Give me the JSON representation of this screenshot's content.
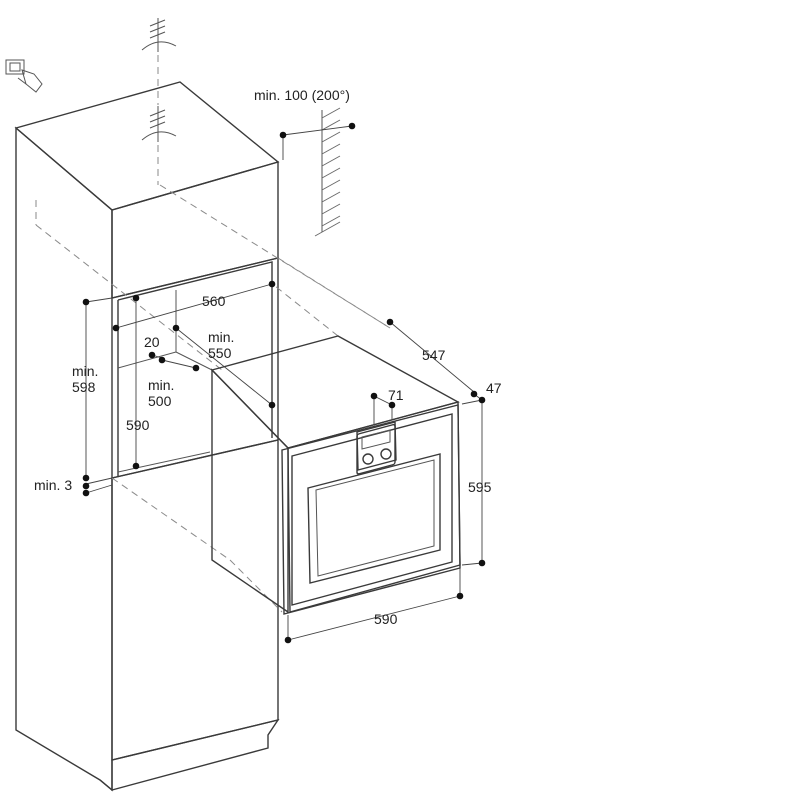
{
  "labels": {
    "ventilation": "min. 100 (200°)",
    "niche_depth": "560",
    "depth_min_1": "min.",
    "depth_min_2": "550",
    "offset_20": "20",
    "height_min_1": "min.",
    "height_min_2": "598",
    "inner_min_1": "min.",
    "inner_min_2": "500",
    "niche_height": "590",
    "gap_min": "min. 3",
    "front_panel": "71",
    "appliance_depth": "547",
    "door_depth": "47",
    "appliance_height": "595",
    "appliance_width": "590"
  }
}
